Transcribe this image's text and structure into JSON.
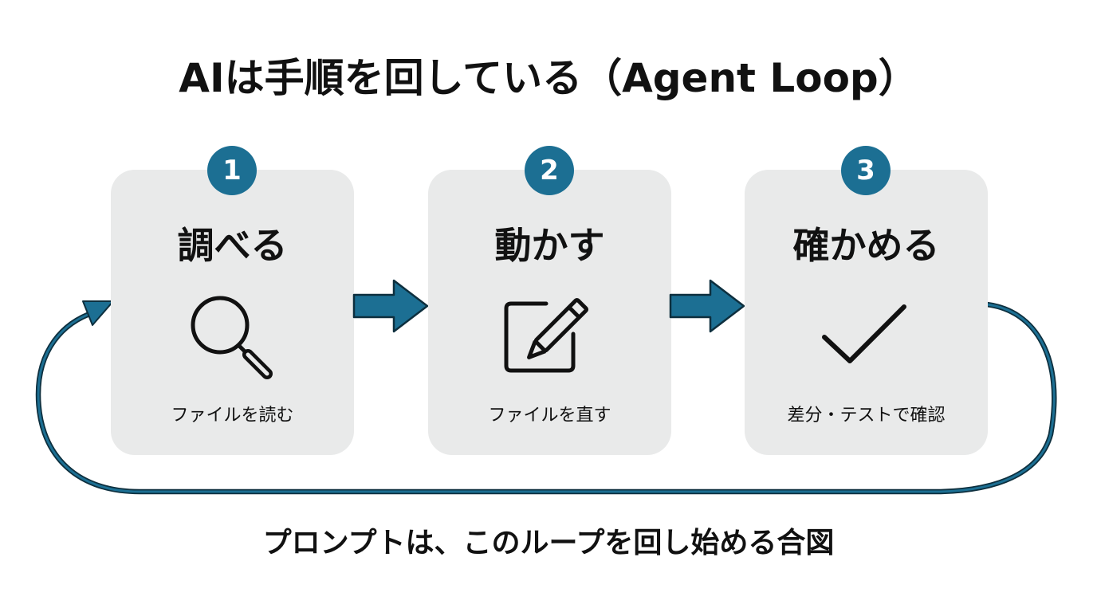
{
  "title": "AIは手順を回している（Agent Loop）",
  "steps": [
    {
      "number": "1",
      "title": "調べる",
      "caption": "ファイルを読む",
      "icon": "magnifier-icon"
    },
    {
      "number": "2",
      "title": "動かす",
      "caption": "ファイルを直す",
      "icon": "pencil-edit-icon"
    },
    {
      "number": "3",
      "title": "確かめる",
      "caption": "差分・テストで確認",
      "icon": "checkmark-icon"
    }
  ],
  "footer": "プロンプトは、このループを回し始める合図",
  "colors": {
    "accent": "#1c6f93",
    "card": "#e9eaea",
    "text": "#111111",
    "outline": "#0d2f3e"
  }
}
